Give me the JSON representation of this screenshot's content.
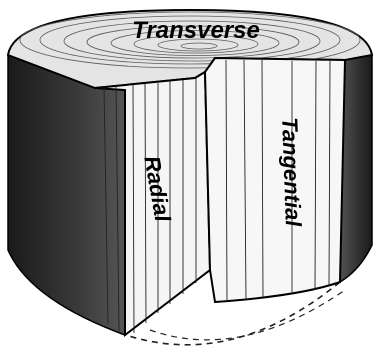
{
  "labels": {
    "transverse": "Transverse",
    "radial": "Radial",
    "tangential": "Tangential"
  },
  "colors": {
    "bark": "#2b2b2b",
    "face": "#f6f6f6",
    "top": "#e3e3e3",
    "line": "#111111"
  }
}
